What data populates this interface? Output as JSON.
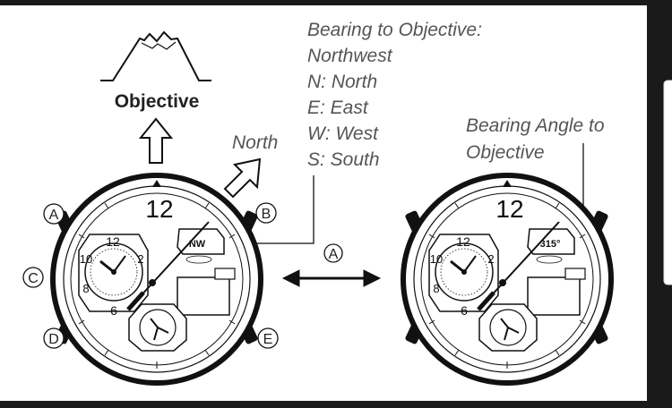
{
  "objective_label": "Objective",
  "north_label": "North",
  "bearing_text": {
    "line1": "Bearing to Objective:",
    "line2": "Northwest",
    "line3": "N: North",
    "line4": "E: East",
    "line5": "W: West",
    "line6": "S: South"
  },
  "bearing_angle_text": {
    "line1": "Bearing Angle to",
    "line2": "Objective"
  },
  "button_labels": {
    "a": "A",
    "b": "B",
    "c": "C",
    "d": "D",
    "e": "E",
    "swap": "A"
  },
  "left_watch": {
    "twelve": "12",
    "display_value": "NW",
    "subdial_numbers": [
      "12",
      "2",
      "10",
      "8",
      "6"
    ]
  },
  "right_watch": {
    "twelve": "12",
    "display_value": "315°",
    "subdial_numbers": [
      "12",
      "2",
      "10",
      "8",
      "6"
    ]
  }
}
